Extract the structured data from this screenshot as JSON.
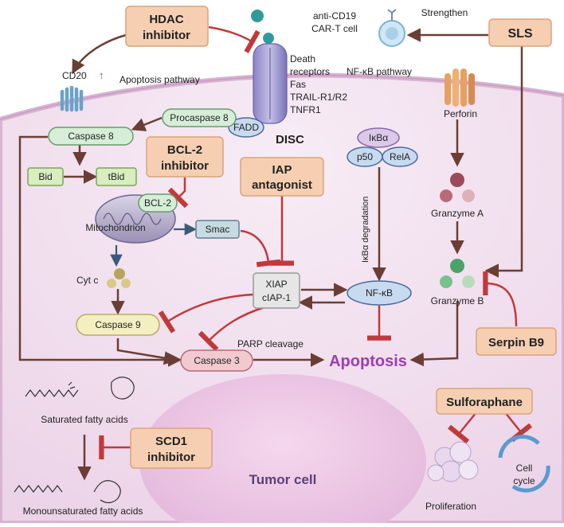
{
  "drugs": {
    "hdac": [
      "HDAC",
      "inhibitor"
    ],
    "bcl2": [
      "BCL-2",
      "inhibitor"
    ],
    "iap": [
      "IAP",
      "antagonist"
    ],
    "sls": "SLS",
    "serpin": "Serpin B9",
    "scd1": [
      "SCD1",
      "inhibitor"
    ],
    "sulforaphane": "Sulforaphane"
  },
  "car_t": [
    "anti-CD19",
    "CAR-T cell"
  ],
  "strengthen": "Strengthen",
  "cd20": "CD20",
  "pathways": {
    "apoptosis": "Apoptosis pathway",
    "nfkb": "NF-κB pathway"
  },
  "death_receptors": [
    "Death",
    "receptors",
    "Fas",
    "TRAIL-R1/R2",
    "TNFR1"
  ],
  "disc": "DISC",
  "fadd": "FADD",
  "nodes": {
    "procaspase8": "Procaspase 8",
    "caspase8": "Caspase 8",
    "bid": "Bid",
    "tbid": "tBid",
    "bcl2": "BCL-2",
    "mitochondrion": "Mitochondrion",
    "smac": "Smac",
    "cytc": "Cyt c",
    "caspase9": "Caspase 9",
    "caspase3": "Caspase 3",
    "xiap": [
      "XIAP",
      "cIAP-1"
    ],
    "ikba": "IκBα",
    "p50": "p50",
    "rela": "RelA",
    "ikba_degradation": "IκBα degradation",
    "nfkb": "NF-κB",
    "perforin": "Perforin",
    "granzyme_a": "Granzyme A",
    "granzyme_b": "Granzyme B",
    "parp": "PARP cleavage",
    "apoptosis": "Apoptosis"
  },
  "fatty_acids": {
    "saturated": "Saturated fatty acids",
    "mono": "Monounsaturated fatty acids"
  },
  "tumor_cell": "Tumor cell",
  "proliferation": "Proliferation",
  "cell_cycle": [
    "Cell",
    "cycle"
  ],
  "colors": {
    "drug_fill": "#f6cfb2",
    "drug_stroke": "#d9a47c",
    "inhibit": "#c0393b",
    "activate": "#6b3e35",
    "caspase": "#d6eed7",
    "cell_interior": "#f3e3f0",
    "apoptosis_text": "#9a3fb0"
  }
}
